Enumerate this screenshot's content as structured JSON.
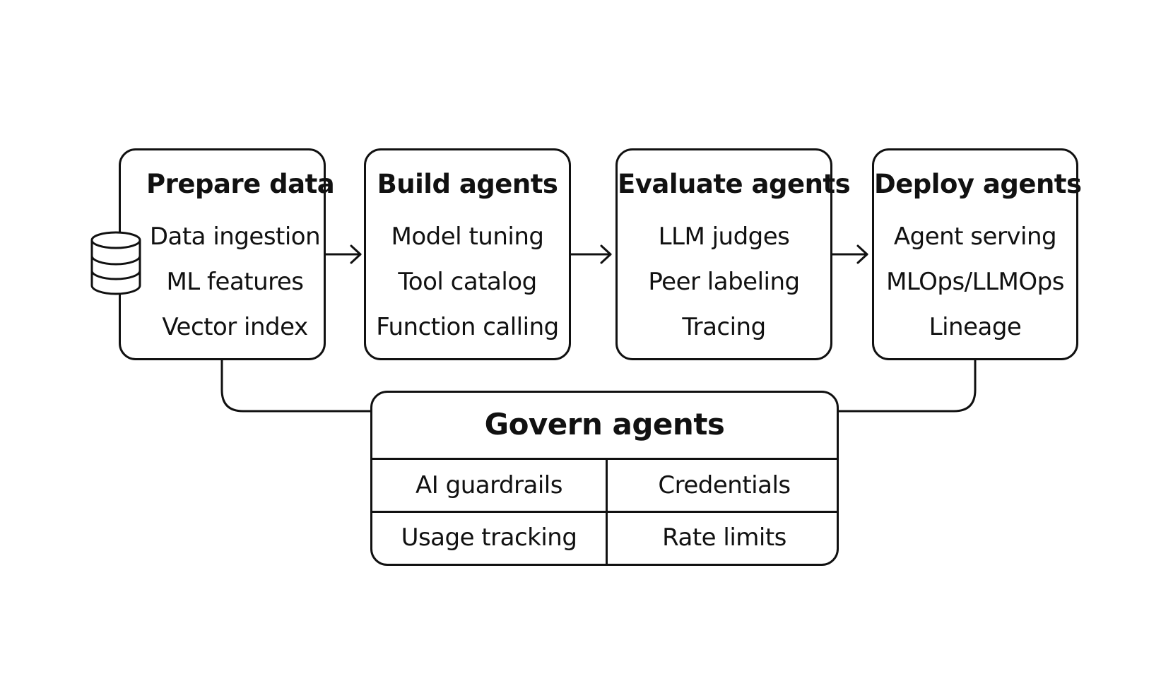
{
  "stages": [
    {
      "title": "Prepare data",
      "items": [
        "Data ingestion",
        "ML features",
        "Vector index"
      ]
    },
    {
      "title": "Build agents",
      "items": [
        "Model tuning",
        "Tool catalog",
        "Function calling"
      ]
    },
    {
      "title": "Evaluate agents",
      "items": [
        "LLM judges",
        "Peer labeling",
        "Tracing"
      ]
    },
    {
      "title": "Deploy agents",
      "items": [
        "Agent serving",
        "MLOps/LLMOps",
        "Lineage"
      ]
    }
  ],
  "govern": {
    "title": "Govern agents",
    "cells": [
      "AI guardrails",
      "Credentials",
      "Usage tracking",
      "Rate limits"
    ]
  },
  "icons": {
    "data_source": "database-icon",
    "flow": "arrow-right-icon"
  },
  "colors": {
    "stroke": "#111111",
    "background": "#ffffff"
  }
}
